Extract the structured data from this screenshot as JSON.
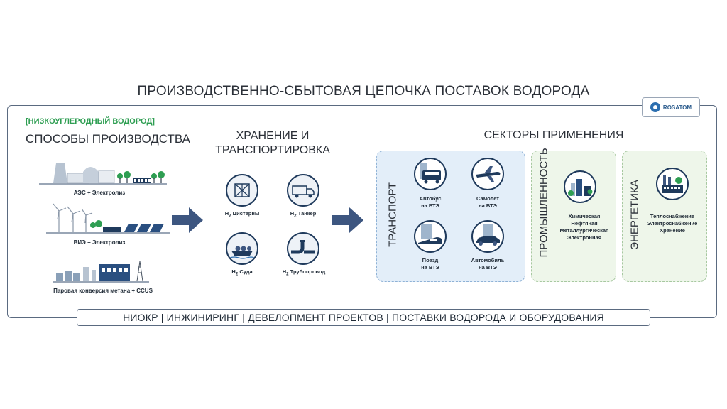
{
  "title": "ПРОИЗВОДСТВЕННО-СБЫТОВАЯ ЦЕПОЧКА ПОСТАВОК ВОДОРОДА",
  "logo": {
    "text": "ROSATOM"
  },
  "production": {
    "tag": "[НИЗКОУГЛЕРОДНЫЙ ВОДОРОД]",
    "heading": "СПОСОБЫ ПРОИЗВОДСТВА",
    "methods": [
      "АЭС + Электролиз",
      "ВИЭ + Электролиз",
      "Паровая конверсия метана + CCUS"
    ]
  },
  "storage": {
    "heading_line1": "ХРАНЕНИЕ И",
    "heading_line2": "ТРАНСПОРТИРОВКА",
    "items": [
      {
        "sub": "2",
        "label": " Цистерны"
      },
      {
        "sub": "2",
        "label": " Танкер"
      },
      {
        "sub": "2",
        "label": " Суда"
      },
      {
        "sub": "2",
        "label": " Трубопровод"
      }
    ],
    "h_symbol": "H"
  },
  "sectors": {
    "heading": "СЕКТОРЫ ПРИМЕНЕНИЯ",
    "transport": {
      "label": "ТРАНСПОРТ",
      "items": [
        {
          "line1": "Автобус",
          "line2": "на ВТЭ"
        },
        {
          "line1": "Самолет",
          "line2": "на ВТЭ"
        },
        {
          "line1": "Поезд",
          "line2": "на ВТЭ"
        },
        {
          "line1": "Автомобиль",
          "line2": "на ВТЭ"
        }
      ]
    },
    "industry": {
      "label": "ПРОМЫШЛЕННОСТЬ",
      "lines": [
        "Химическая",
        "Нефтяная",
        "Металлургическая",
        "Электронная"
      ]
    },
    "energy": {
      "label": "ЭНЕРГЕТИКА",
      "lines": [
        "Теплоснабжение",
        "Электроснабжение",
        "Хранение"
      ]
    }
  },
  "bottom_bar": "НИОКР | ИНЖИНИРИНГ | ДЕВЕЛОПМЕНТ ПРОЕКТОВ | ПОСТАВКИ ВОДОРОДА И ОБОРУДОВАНИЯ",
  "colors": {
    "accent_green": "#2e9e52",
    "navy": "#1f3a5c",
    "arrow": "#3d5680",
    "transport_bg": "#e3eef9",
    "green_bg": "#eef6ea"
  }
}
